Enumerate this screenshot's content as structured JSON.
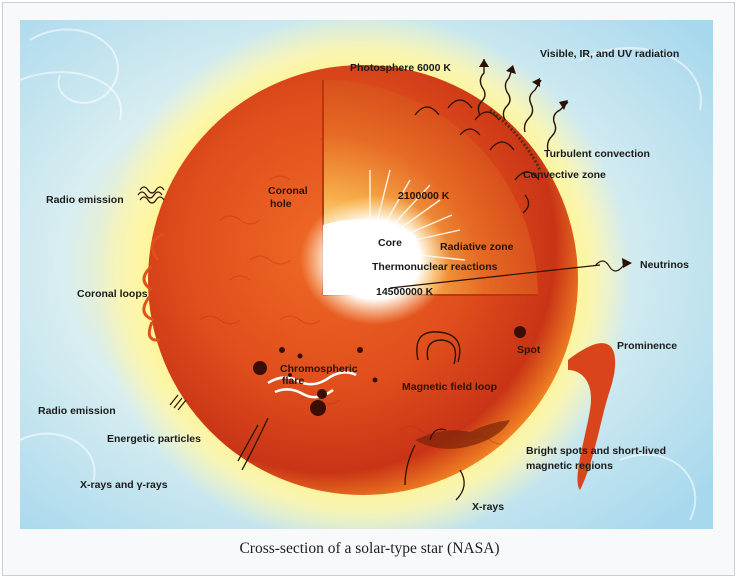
{
  "figure": {
    "caption": "Cross-section of a solar-type star (NASA)",
    "labels": {
      "photosphere": "Photosphere 6000 K",
      "radiation": "Visible, IR, and UV radiation",
      "turbulent": "Turbulent convection",
      "convective_zone": "Convective zone",
      "radio_top": "Radio emission",
      "coronal_hole_1": "Coronal",
      "coronal_hole_2": "hole",
      "temp_2m": "2100000 K",
      "core": "Core",
      "radiative_zone": "Radiative zone",
      "thermonuclear": "Thermonuclear reactions",
      "neutrinos": "Neutrinos",
      "temp_core": "14500000 K",
      "coronal_loops": "Coronal loops",
      "spot": "Spot",
      "prominence": "Prominence",
      "chromo_1": "Chromospheric",
      "chromo_2": "flare",
      "magnetic_loop": "Magnetic field loop",
      "radio_bottom": "Radio emission",
      "energetic": "Energetic particles",
      "bright_spots_1": "Bright spots and short-lived",
      "bright_spots_2": "magnetic regions",
      "xrays_gamma": "X-rays and γ-rays",
      "xrays": "X-rays"
    },
    "colors": {
      "sky": "#bfe3f1",
      "sun_outer": "#c8321a",
      "sun_mid": "#e8581e",
      "corona": "#fff07a",
      "core": "#ffffff",
      "text": "#1a1a1a"
    }
  }
}
